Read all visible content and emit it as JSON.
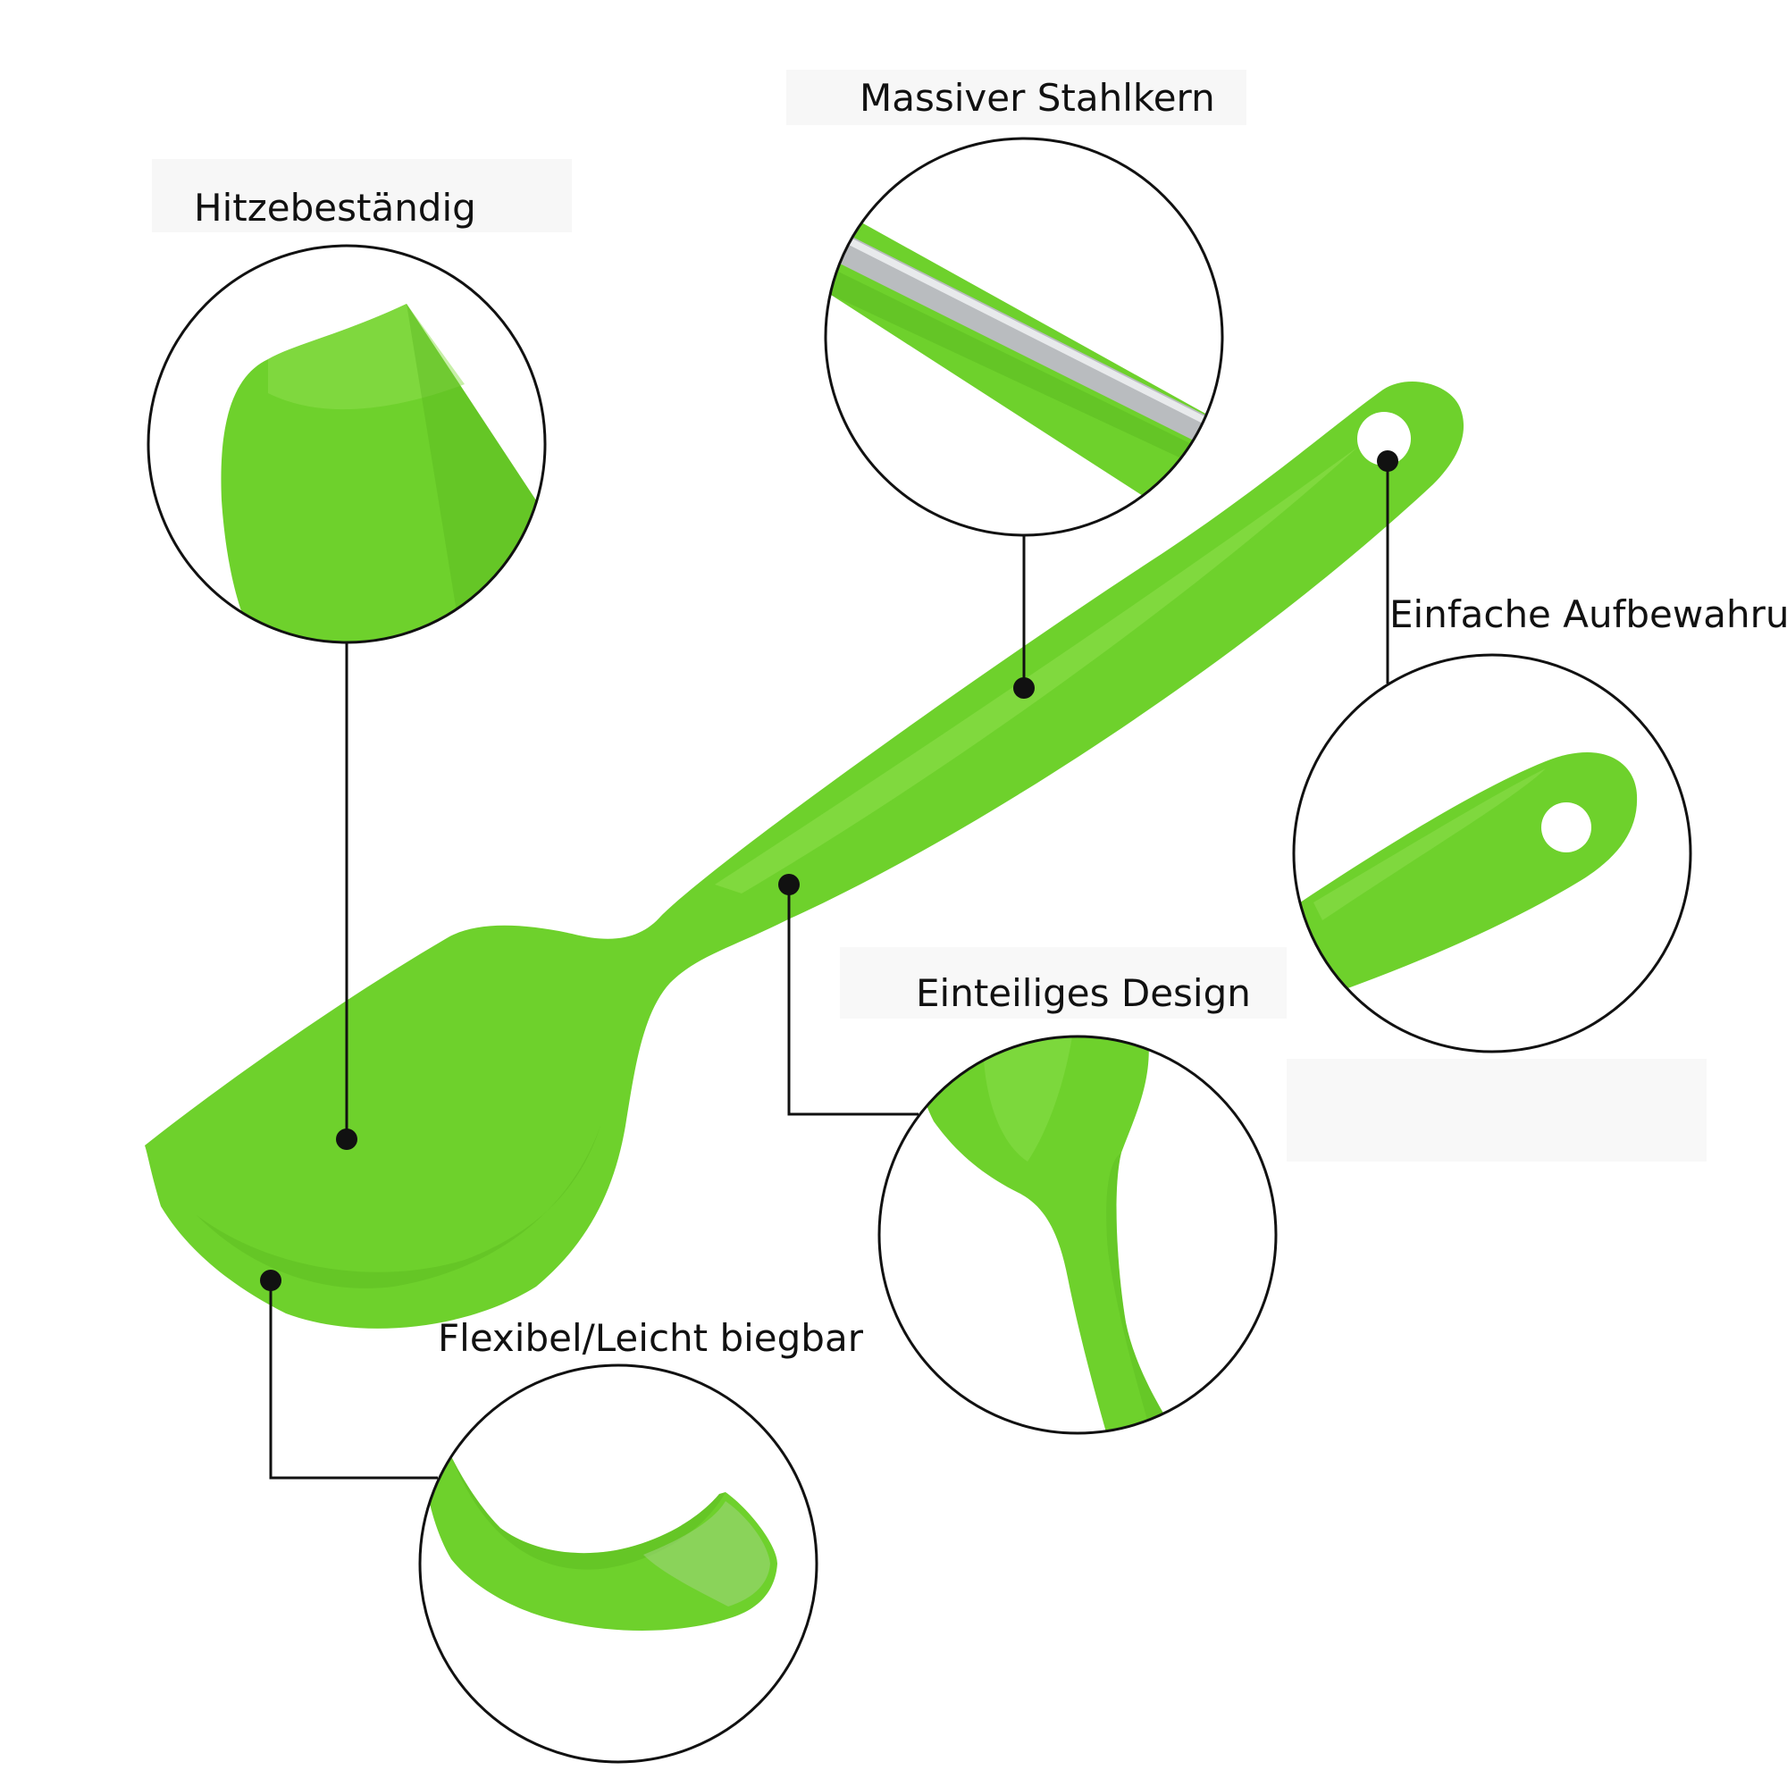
{
  "colors": {
    "silicone": "#6ed12c",
    "silicone_dark": "#55b31d",
    "silicone_light": "#8fe04f",
    "steel": "#b9bcbf",
    "line": "#111111"
  },
  "callouts": [
    {
      "id": "heat",
      "label": "Hitzebeständig"
    },
    {
      "id": "core",
      "label": "Massiver Stahlkern"
    },
    {
      "id": "storage",
      "label": "Einfache Aufbewahrung"
    },
    {
      "id": "onepiece",
      "label": "Einteiliges Design"
    },
    {
      "id": "flex",
      "label": "Flexibel/Leicht biegbar"
    }
  ]
}
